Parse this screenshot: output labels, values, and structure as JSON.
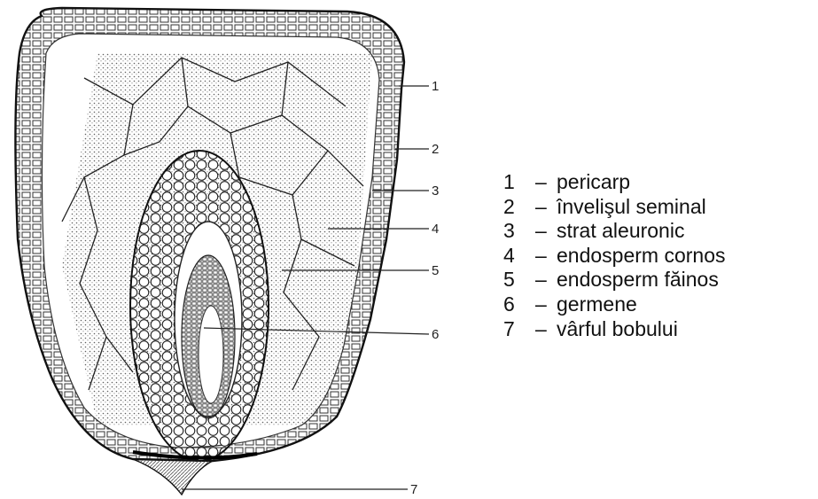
{
  "diagram": {
    "callouts": [
      "1",
      "2",
      "3",
      "4",
      "5",
      "6",
      "7"
    ]
  },
  "legend": [
    {
      "num": "1",
      "text": "pericarp"
    },
    {
      "num": "2",
      "text": "învelişul seminal"
    },
    {
      "num": "3",
      "text": "strat aleuronic"
    },
    {
      "num": "4",
      "text": "endosperm cornos"
    },
    {
      "num": "5",
      "text": "endosperm făinos"
    },
    {
      "num": "6",
      "text": "germene"
    },
    {
      "num": "7",
      "text": "vârful bobului"
    }
  ],
  "colors": {
    "ink": "#1a1a1a",
    "background": "#ffffff"
  }
}
